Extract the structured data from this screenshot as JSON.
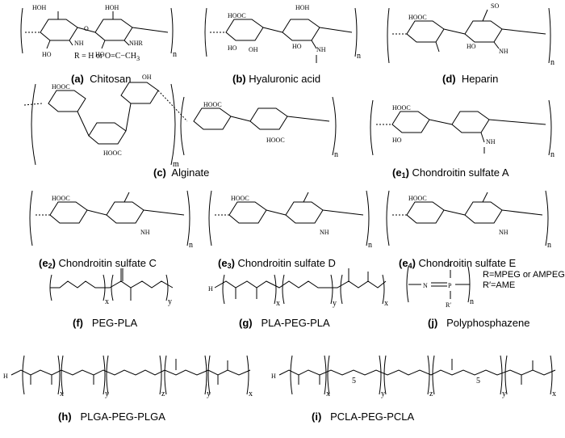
{
  "structures": [
    {
      "id": "a",
      "letter": "(a)",
      "name": "Chitosan"
    },
    {
      "id": "b",
      "letter": "(b)",
      "name": "Hyaluronic acid"
    },
    {
      "id": "d",
      "letter": "(d)",
      "name": "Heparin"
    },
    {
      "id": "c",
      "letter": "(c)",
      "name": "Alginate"
    },
    {
      "id": "e1",
      "letter": "(e",
      "sub": "1",
      "close": ")",
      "name": "Chondroitin sulfate A"
    },
    {
      "id": "e2",
      "letter": "(e",
      "sub": "2",
      "close": ")",
      "name": "Chondroitin sulfate C"
    },
    {
      "id": "e3",
      "letter": "(e",
      "sub": "3",
      "close": ")",
      "name": "Chondroitin sulfate D"
    },
    {
      "id": "e4",
      "letter": "(e",
      "sub": "4",
      "close": ")",
      "name": "Chondroitin sulfate E"
    },
    {
      "id": "f",
      "letter": "(f)",
      "name": "PEG-PLA"
    },
    {
      "id": "g",
      "letter": "(g)",
      "name": "PLA-PEG-PLA"
    },
    {
      "id": "j",
      "letter": "(j)",
      "name": "Polyphosphazene"
    },
    {
      "id": "h",
      "letter": "(h)",
      "name": "PLGA-PEG-PLGA"
    },
    {
      "id": "i",
      "letter": "(i)",
      "name": "PCLA-PEG-PCLA"
    }
  ],
  "notes": {
    "chitosan_r": "R = H or O=C−CH",
    "chitosan_r_sub": "3",
    "polyphosphazene_r1": "R=MPEG or AMPEG",
    "polyphosphazene_r2": "R′=AME"
  },
  "atoms": {
    "hooc": "HOOC",
    "oh": "OH",
    "ho": "HO",
    "o": "O",
    "nh": "NH",
    "nh2": "NH",
    "nhr": "NHR",
    "hoh2c": "HOH",
    "c": "C",
    "so3": "SO",
    "h3c": "H",
    "n": "n",
    "m": "m",
    "x": "x",
    "y": "y",
    "z": "z",
    "five": "5",
    "h": "H",
    "r": "R",
    "rp": "R′",
    "p": "P",
    "nn": "N",
    "ce": "C=O"
  }
}
